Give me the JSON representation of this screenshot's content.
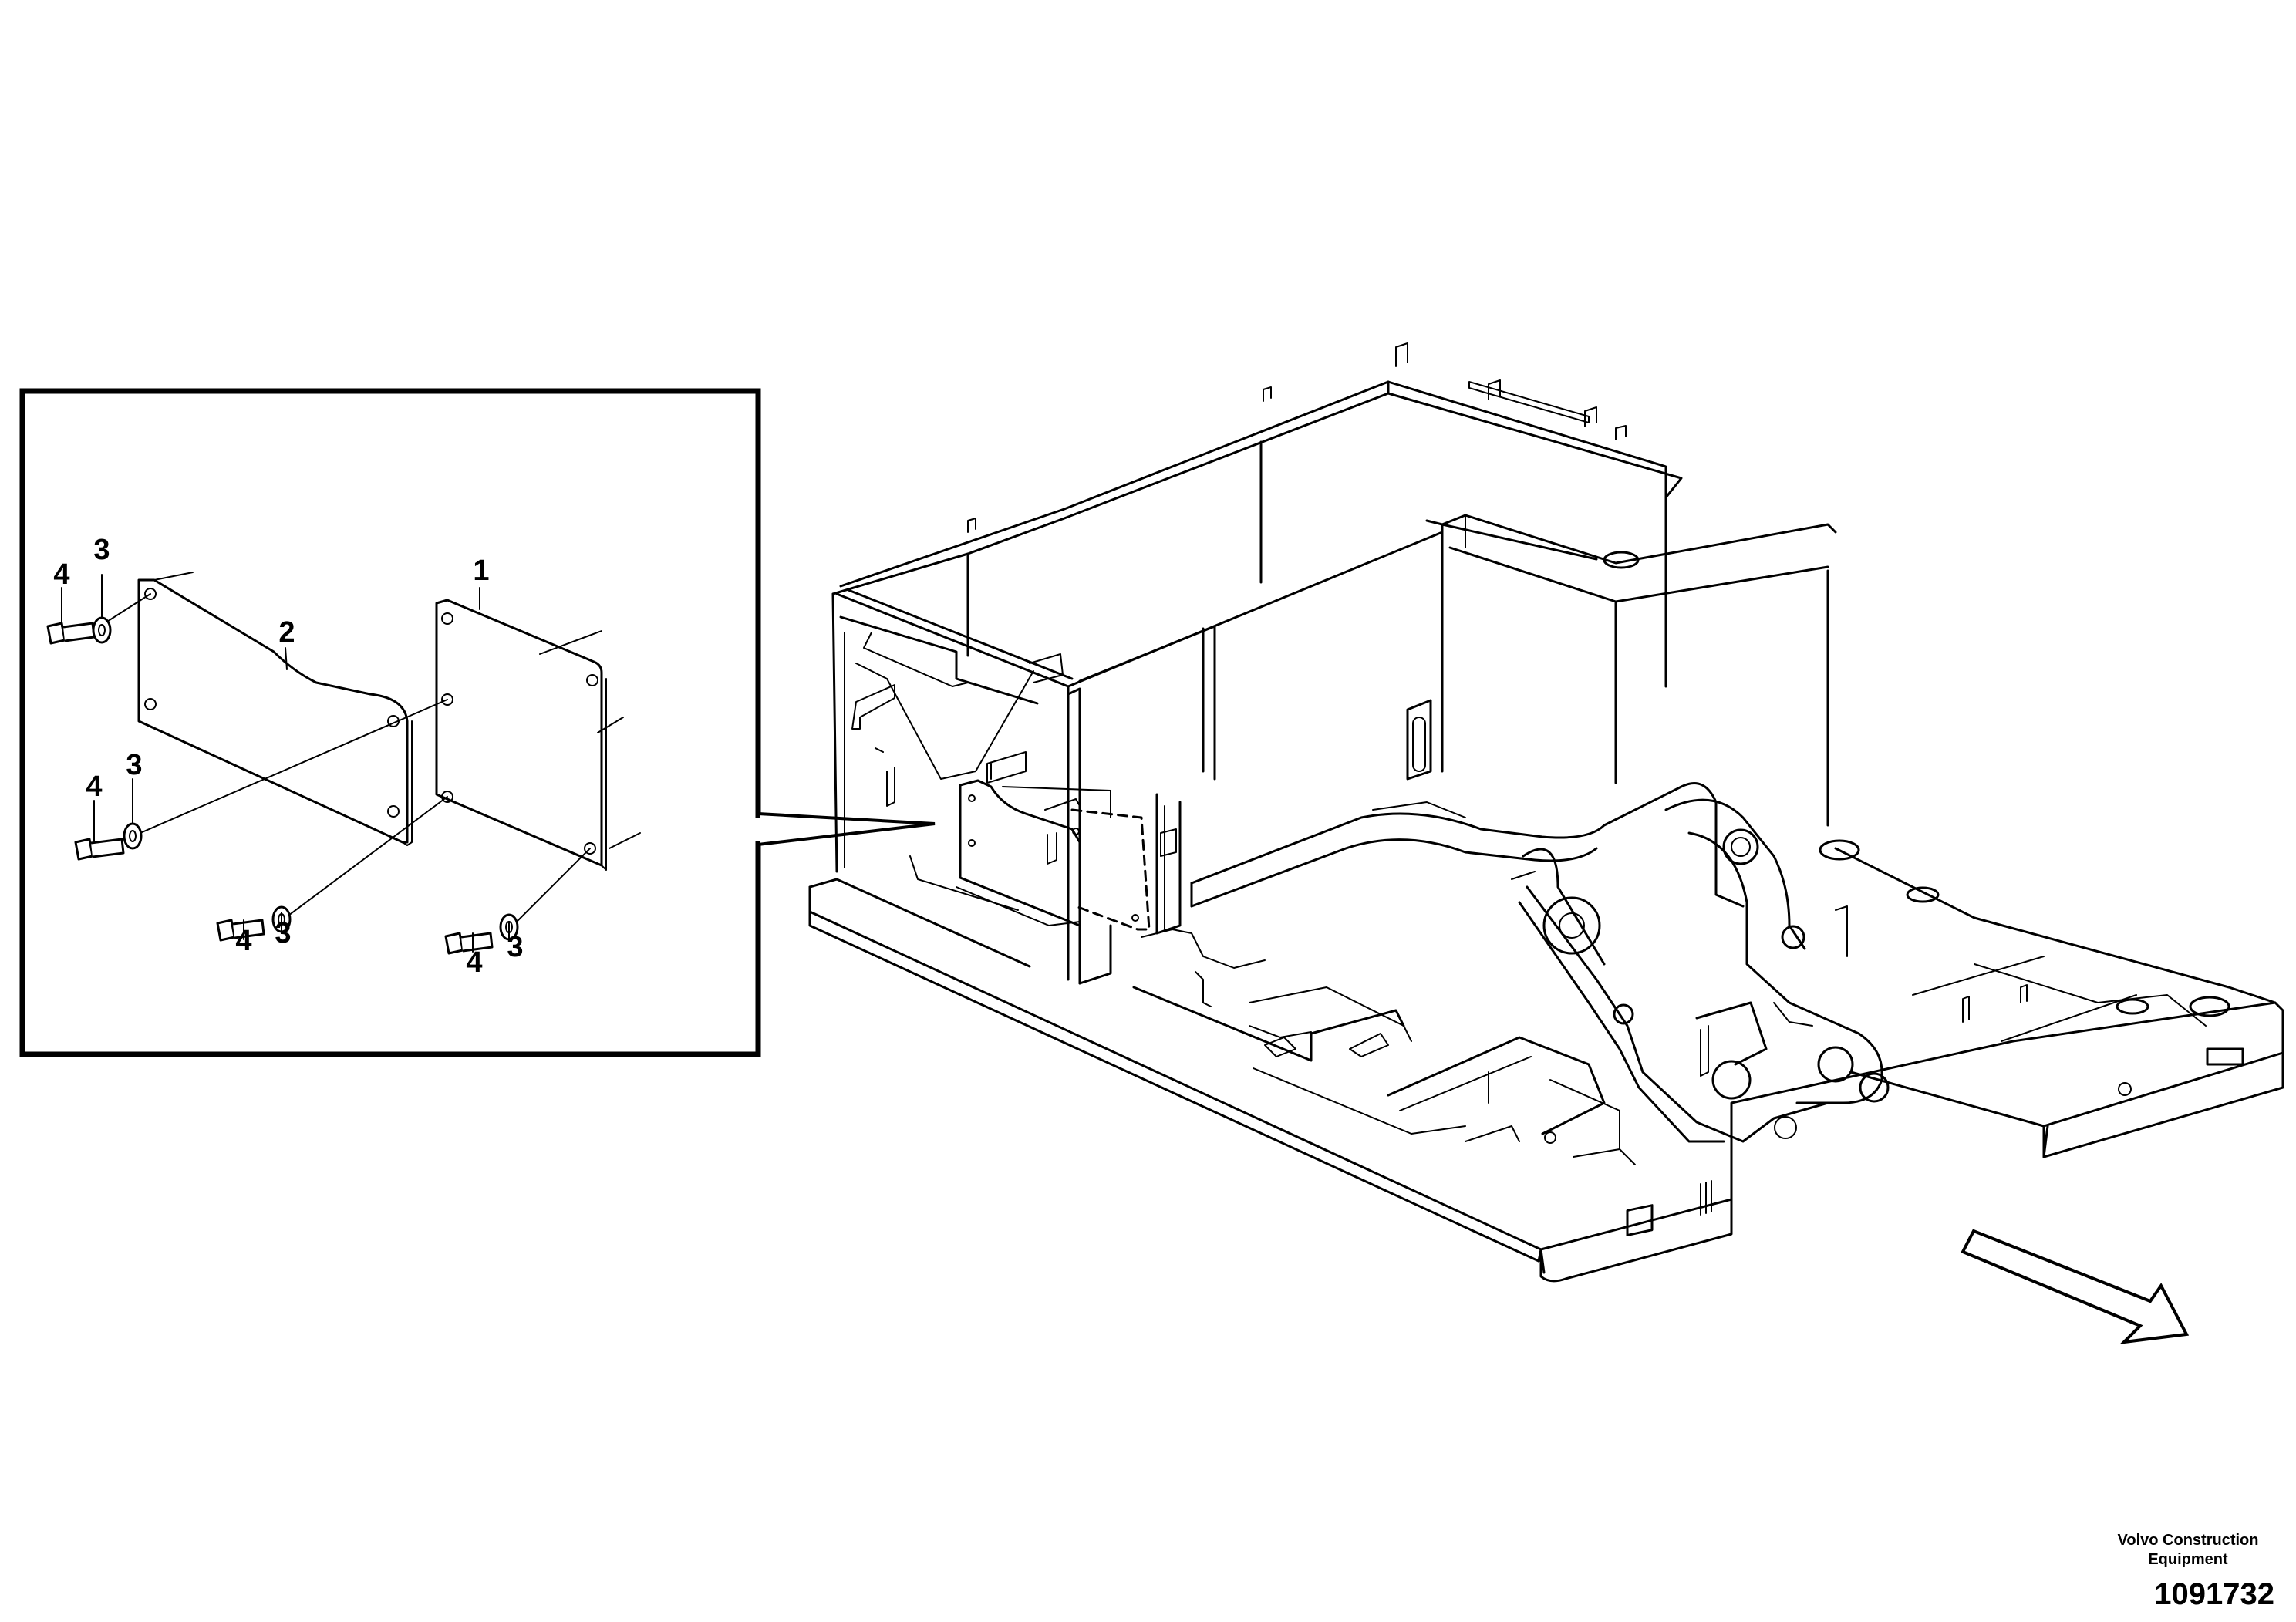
{
  "callouts": {
    "part_1": "1",
    "part_2": "2",
    "part_3": "3",
    "part_4": "4"
  },
  "footer": {
    "manufacturer": "Volvo Construction Equipment",
    "reference_number": "1091732"
  },
  "colors": {
    "line": "#000000",
    "background": "#ffffff"
  },
  "icons": {
    "direction_arrow": "forward-direction-arrow-icon"
  }
}
